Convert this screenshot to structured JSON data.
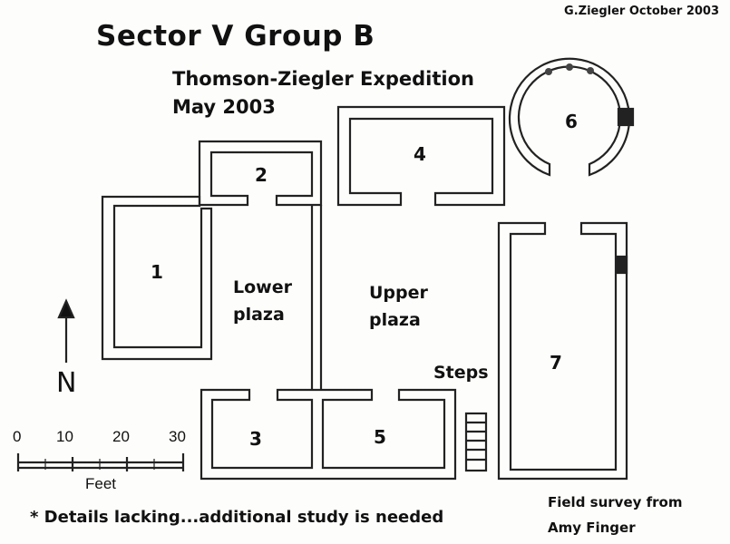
{
  "header": {
    "title": "Sector V Group B",
    "expedition": "Thomson-Ziegler Expedition",
    "date": "May 2003",
    "author_credit": "G.Ziegler October 2003"
  },
  "rooms": {
    "r1": "1",
    "r2": "2",
    "r3": "3",
    "r4": "4",
    "r5": "5",
    "r6": "6",
    "r7": "7"
  },
  "areas": {
    "lower_plaza_line1": "Lower",
    "lower_plaza_line2": "plaza",
    "upper_plaza_line1": "Upper",
    "upper_plaza_line2": "plaza",
    "steps": "Steps"
  },
  "north_label": "N",
  "scale": {
    "ticks": [
      "0",
      "10",
      "20",
      "30"
    ],
    "unit": "Feet"
  },
  "footer": {
    "note": "* Details lacking...additional study is needed",
    "survey_line1": "Field survey from",
    "survey_line2": "Amy Finger"
  }
}
